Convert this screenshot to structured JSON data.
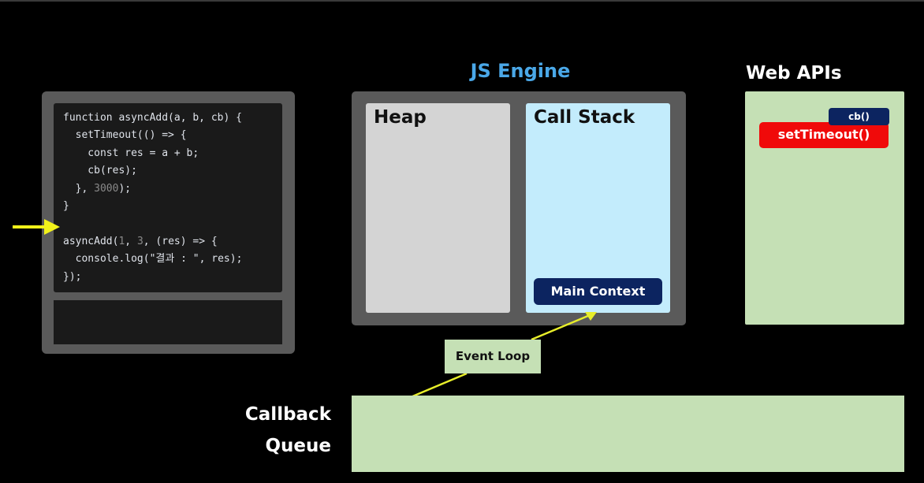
{
  "code": {
    "lines": [
      [
        {
          "t": "function asyncAdd(a, b, cb) {",
          "c": "kw"
        }
      ],
      [
        {
          "t": "  setTimeout(() => {",
          "c": "kw"
        }
      ],
      [
        {
          "t": "    const res = a + b;",
          "c": "kw"
        }
      ],
      [
        {
          "t": "    cb(res);",
          "c": "kw"
        }
      ],
      [
        {
          "t": "  }, ",
          "c": "kw"
        },
        {
          "t": "3000",
          "c": "num"
        },
        {
          "t": ");",
          "c": "kw"
        }
      ],
      [
        {
          "t": "}",
          "c": "kw"
        }
      ],
      [
        {
          "t": "",
          "c": "kw"
        }
      ],
      [
        {
          "t": "asyncAdd(",
          "c": "kw"
        },
        {
          "t": "1",
          "c": "num"
        },
        {
          "t": ", ",
          "c": "kw"
        },
        {
          "t": "3",
          "c": "num"
        },
        {
          "t": ", (res) => {",
          "c": "kw"
        }
      ],
      [
        {
          "t": "  console.log(\"결과 : \", res);",
          "c": "kw"
        }
      ],
      [
        {
          "t": "});",
          "c": "kw"
        }
      ]
    ]
  },
  "engine": {
    "title": "JS Engine",
    "heap_label": "Heap",
    "stack_label": "Call Stack",
    "stack_items": [
      "Main Context"
    ]
  },
  "web_apis": {
    "title": "Web APIs",
    "timer_label": "setTimeout()",
    "callback_label": "cb()"
  },
  "event_loop": {
    "label": "Event Loop"
  },
  "callback_queue": {
    "label_line1": "Callback",
    "label_line2": "Queue"
  },
  "colors": {
    "engine_title": "#4aa8e8",
    "pointer_arrow": "#f2f21a",
    "event_loop_arrow": "#e8ee2a",
    "heap": "#d4d4d4",
    "call_stack": "#c3ecfc",
    "web_apis": "#c5e0b5",
    "callback_queue": "#c5e0b5",
    "context_block": "#0c2460",
    "timer_block": "#f00a0a"
  }
}
